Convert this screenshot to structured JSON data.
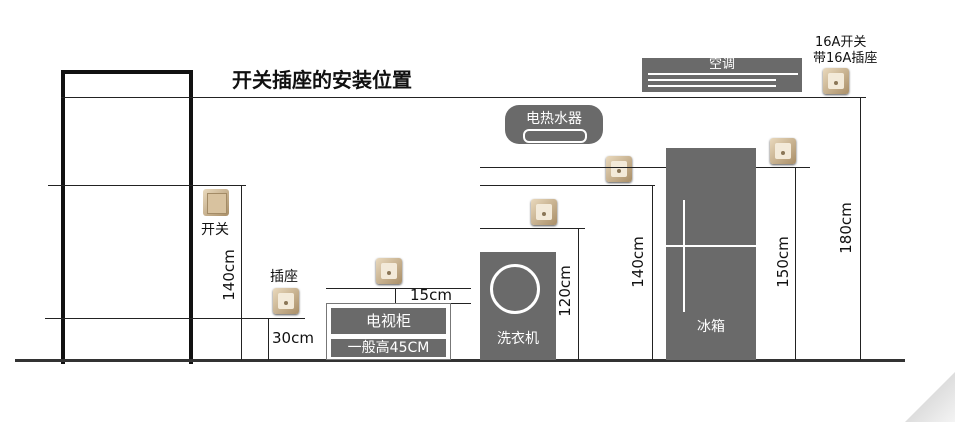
{
  "title": "开关插座的安装位置",
  "labels": {
    "switch": "开关",
    "socket": "插座",
    "tv_cabinet": "电视柜",
    "tv_height": "一般高45CM",
    "washer": "洗衣机",
    "fridge": "冰箱",
    "water_heater": "电热水器",
    "ac": "空调",
    "ac_switch_line1": "16A开关",
    "ac_switch_line2": "带16A插座"
  },
  "dimensions": {
    "switch_height": "140cm",
    "socket_height": "30cm",
    "tv_offset": "15cm",
    "washer_height": "120cm",
    "heater_height": "140cm",
    "fridge_height": "150cm",
    "ac_height": "180cm"
  }
}
